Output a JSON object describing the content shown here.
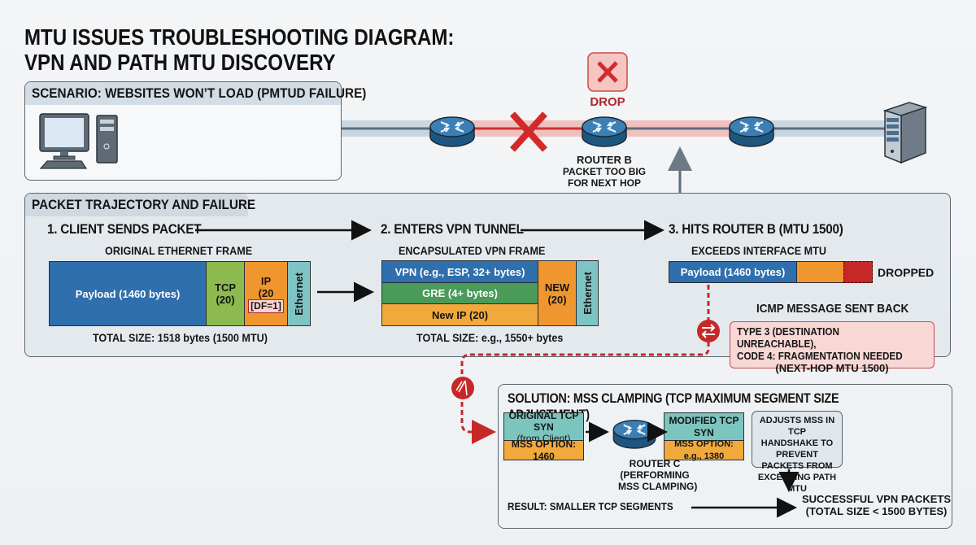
{
  "title": {
    "line1": "MTU ISSUES TROUBLESHOOTING DIAGRAM:",
    "line2": "VPN AND PATH MTU DISCOVERY"
  },
  "scenario": {
    "header": "SCENARIO: WEBSITES WON’T LOAD (PMTUD FAILURE)",
    "drop_label": "DROP",
    "router_b_name": "ROUTER B",
    "router_b_note_1": "PACKET TOO BIG",
    "router_b_note_2": "FOR NEXT HOP",
    "icons": [
      "desktop-computer-icon",
      "router-icon",
      "router-icon",
      "failure-x-icon",
      "router-icon",
      "router-icon",
      "server-icon"
    ]
  },
  "trajectory": {
    "header": "PACKET TRAJECTORY AND FAILURE",
    "step1": {
      "title": "1. CLIENT SENDS PACKET",
      "frame_title": "ORIGINAL ETHERNET FRAME",
      "segments": {
        "payload": "Payload (1460 bytes)",
        "tcp": "TCP\n(20)",
        "ip_line1": "IP",
        "ip_line2": "(20",
        "df": "[DF=1]",
        "ethernet": "Ethernet"
      },
      "total": "TOTAL SIZE: 1518 bytes (1500 MTU)"
    },
    "step2": {
      "title": "2. ENTERS VPN TUNNEL",
      "frame_title": "ENCAPSULATED VPN FRAME",
      "segments": {
        "vpn": "VPN (e.g., ESP, 32+ bytes)",
        "gre": "GRE (4+ bytes)",
        "newip": "New IP (20)",
        "new": "NEW\n(20)",
        "ethernet": "Ethernet"
      },
      "total": "TOTAL SIZE: e.g., 1550+ bytes"
    },
    "step3": {
      "title": "3. HITS ROUTER B (MTU 1500)",
      "frame_title": "EXCEEDS INTERFACE MTU",
      "payload": "Payload (1460 bytes)",
      "dropped": "DROPPED",
      "icmp_title": "ICMP MESSAGE SENT BACK",
      "icmp_line1": "TYPE 3 (DESTINATION UNREACHABLE),",
      "icmp_line2": "CODE 4: FRAGMENTATION NEEDED",
      "icmp_line3": "(NEXT-HOP MTU 1500)"
    }
  },
  "solution": {
    "header": "SOLUTION: MSS CLAMPING (TCP MAXIMUM SEGMENT SIZE ADJUSTMENT)",
    "original_syn_1": "ORIGINAL TCP SYN",
    "original_syn_2": "(from Client)",
    "original_mss": "MSS OPTION: 1460",
    "router_c_1": "ROUTER C",
    "router_c_2": "(PERFORMING",
    "router_c_3": "MSS CLAMPING)",
    "modified_syn": "MODIFIED TCP SYN",
    "modified_mss": "MSS OPTION: e.g., 1380",
    "note_1": "ADJUSTS MSS IN TCP",
    "note_2": "HANDSHAKE TO PREVENT",
    "note_3": "PACKETS FROM",
    "note_4": "EXCEEDING PATH MTU",
    "result": "RESULT: SMALLER TCP SEGMENTS",
    "success_1": "SUCCESSFUL VPN PACKETS",
    "success_2": "(TOTAL SIZE < 1500 BYTES)"
  },
  "colors": {
    "payload_blue": "#2f6fad",
    "tcp_green": "#8cba4e",
    "ip_orange": "#f0962e",
    "ethernet_teal": "#7ec4c4",
    "gre_green": "#4a9a5a",
    "newip_yellow": "#f2a93b",
    "drop_red": "#c62828",
    "router_blue": "#2f6fa0",
    "icmp_pink": "#f8d7d5",
    "syn_teal": "#7cc4be"
  }
}
